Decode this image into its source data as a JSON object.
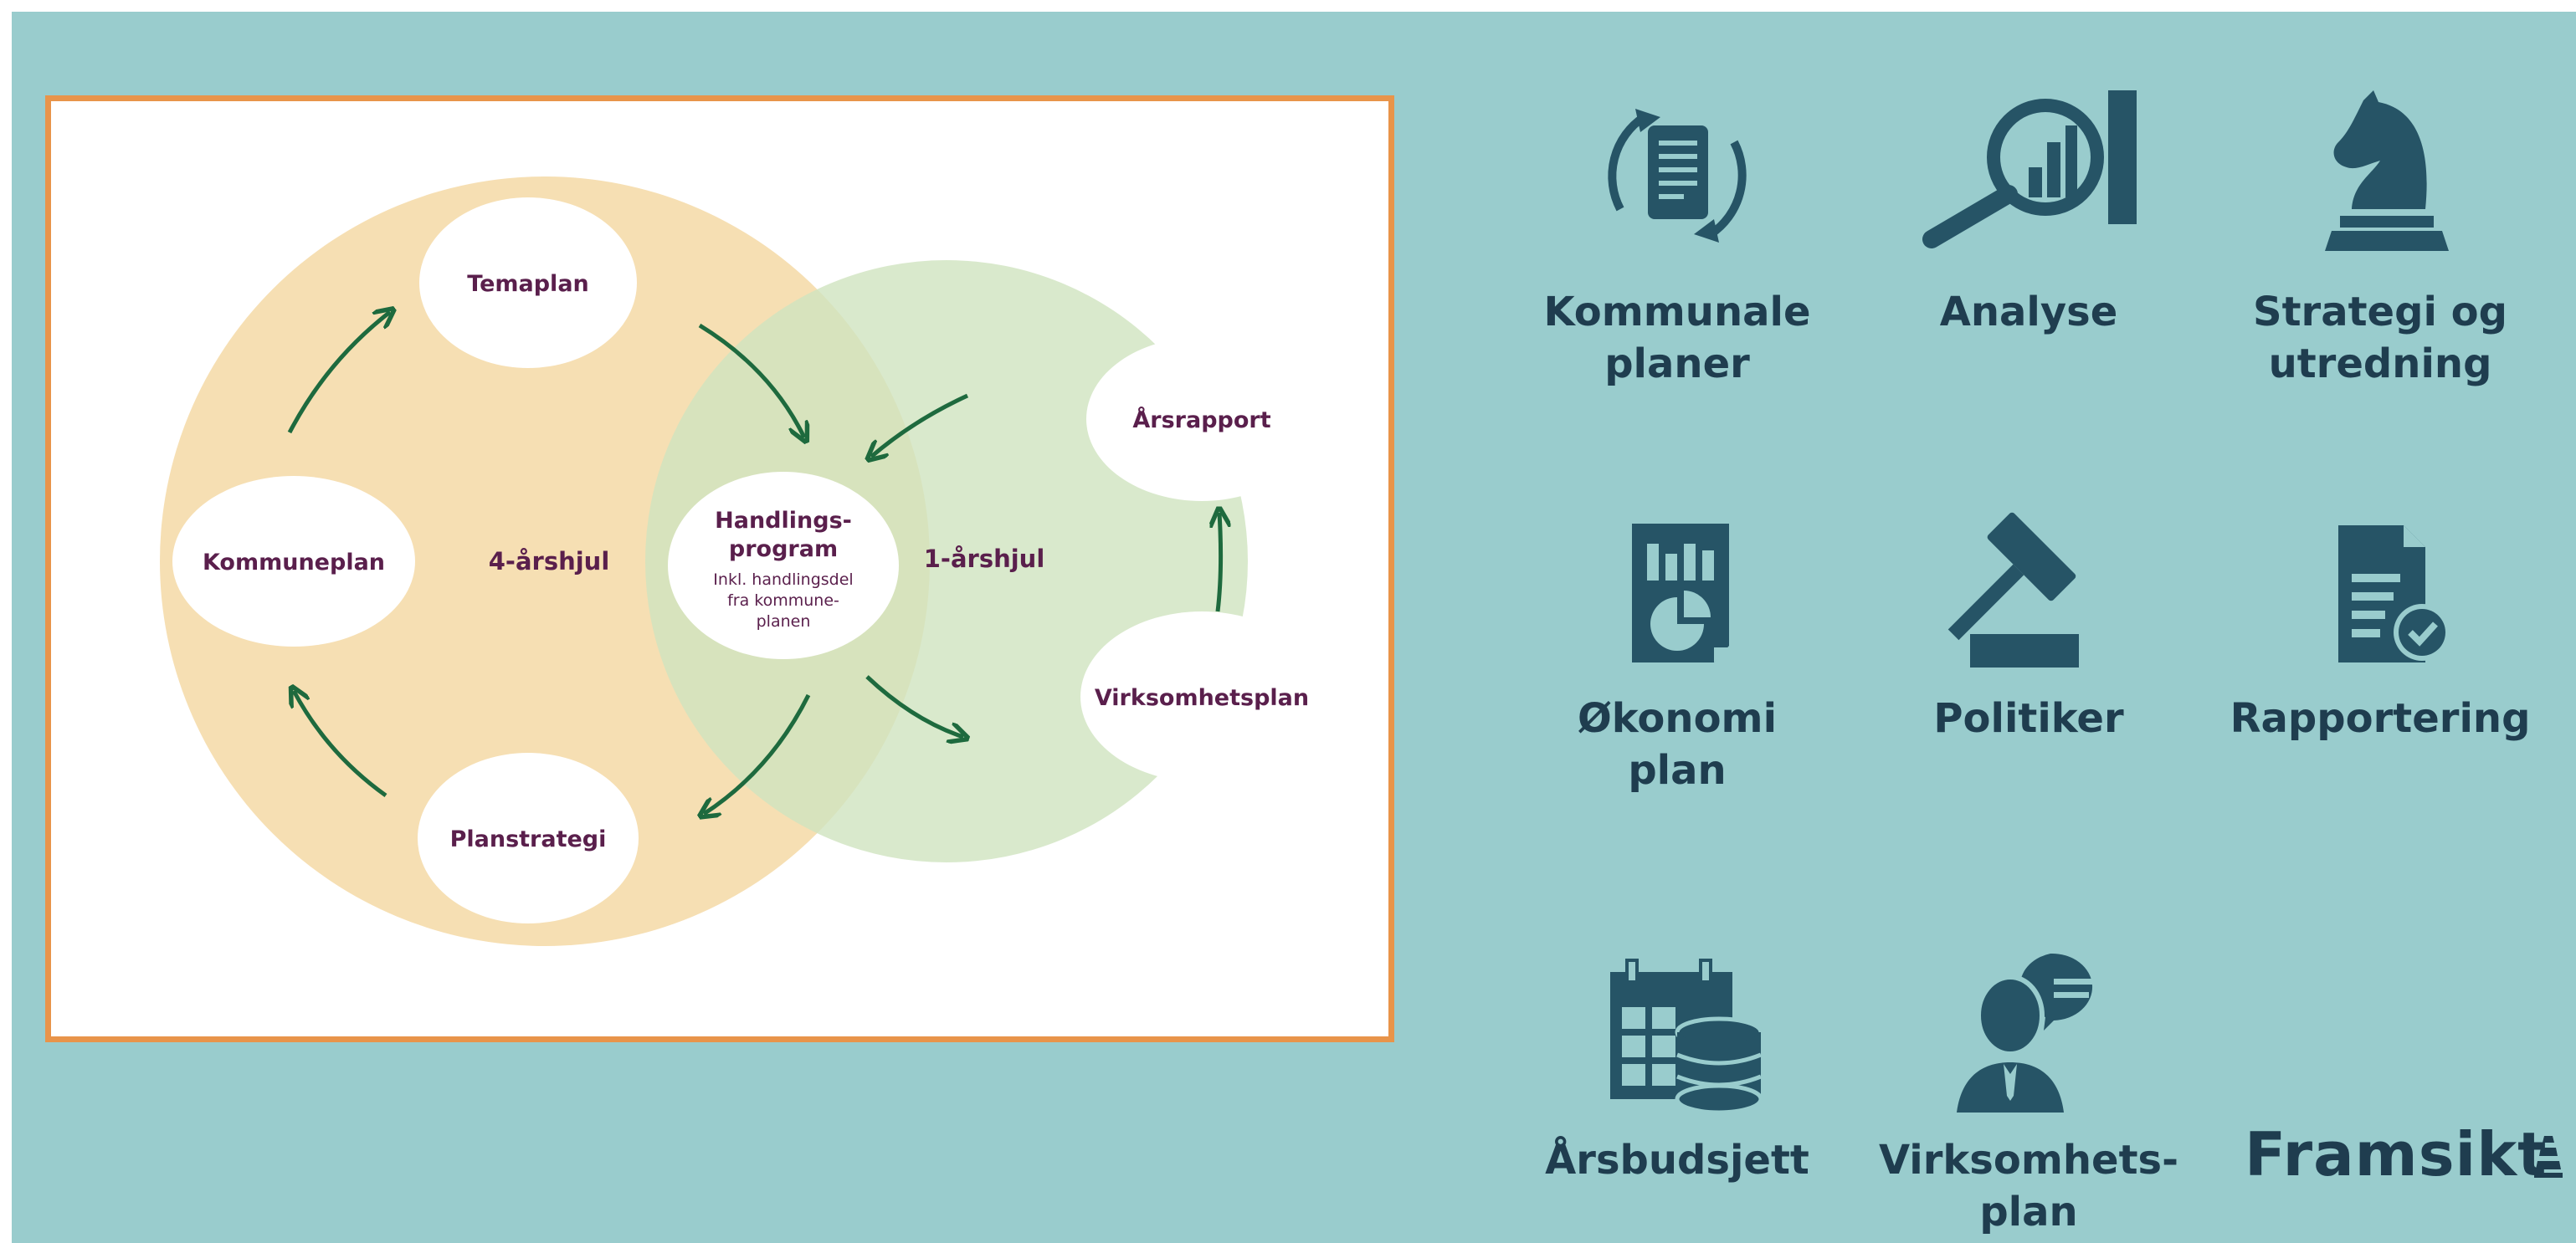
{
  "diagram": {
    "nodes": {
      "temaplan": "Temaplan",
      "kommuneplan": "Kommuneplan",
      "planstrategi": "Planstrategi",
      "handlingsprogram_title_1": "Handlings-",
      "handlingsprogram_title_2": "program",
      "handlingsprogram_sub_1": "Inkl. handlingsdel",
      "handlingsprogram_sub_2": "fra kommune-",
      "handlingsprogram_sub_3": "planen",
      "arsrapport": "Årsrapport",
      "virksomhetsplan": "Virksomhetsplan"
    },
    "cycles": {
      "four_year": "4-årshjul",
      "one_year": "1-årshjul"
    },
    "colors": {
      "four_year_circle": "#f4d9a6",
      "one_year_circle": "#cfe3bf",
      "overlap": "#c8c98a",
      "arrow": "#1e6a3e",
      "label_text": "#5a1f4c"
    }
  },
  "tiles": [
    {
      "icon": "document-cycle-icon",
      "label_lines": [
        "Kommunale",
        "planer"
      ]
    },
    {
      "icon": "magnifier-chart-icon",
      "label_lines": [
        "Analyse"
      ]
    },
    {
      "icon": "chess-knight-icon",
      "label_lines": [
        "Strategi og",
        "utredning"
      ]
    },
    {
      "icon": "report-pie-chart-icon",
      "label_lines": [
        "Økonomi",
        "plan"
      ]
    },
    {
      "icon": "gavel-icon",
      "label_lines": [
        "Politiker"
      ]
    },
    {
      "icon": "document-checkmark-icon",
      "label_lines": [
        "Rapportering"
      ]
    },
    {
      "icon": "calendar-database-icon",
      "label_lines": [
        "Årsbudsjett"
      ]
    },
    {
      "icon": "person-speech-bubble-icon",
      "label_lines": [
        "Virksomhets-",
        "plan"
      ]
    }
  ],
  "brand": {
    "name": "Framsikt",
    "icon": "framsikt-logo-mark",
    "color": "#1f3d4f"
  },
  "theme": {
    "background": "#99cccd",
    "icon_color": "#265466",
    "frame_border": "#e8944a"
  }
}
